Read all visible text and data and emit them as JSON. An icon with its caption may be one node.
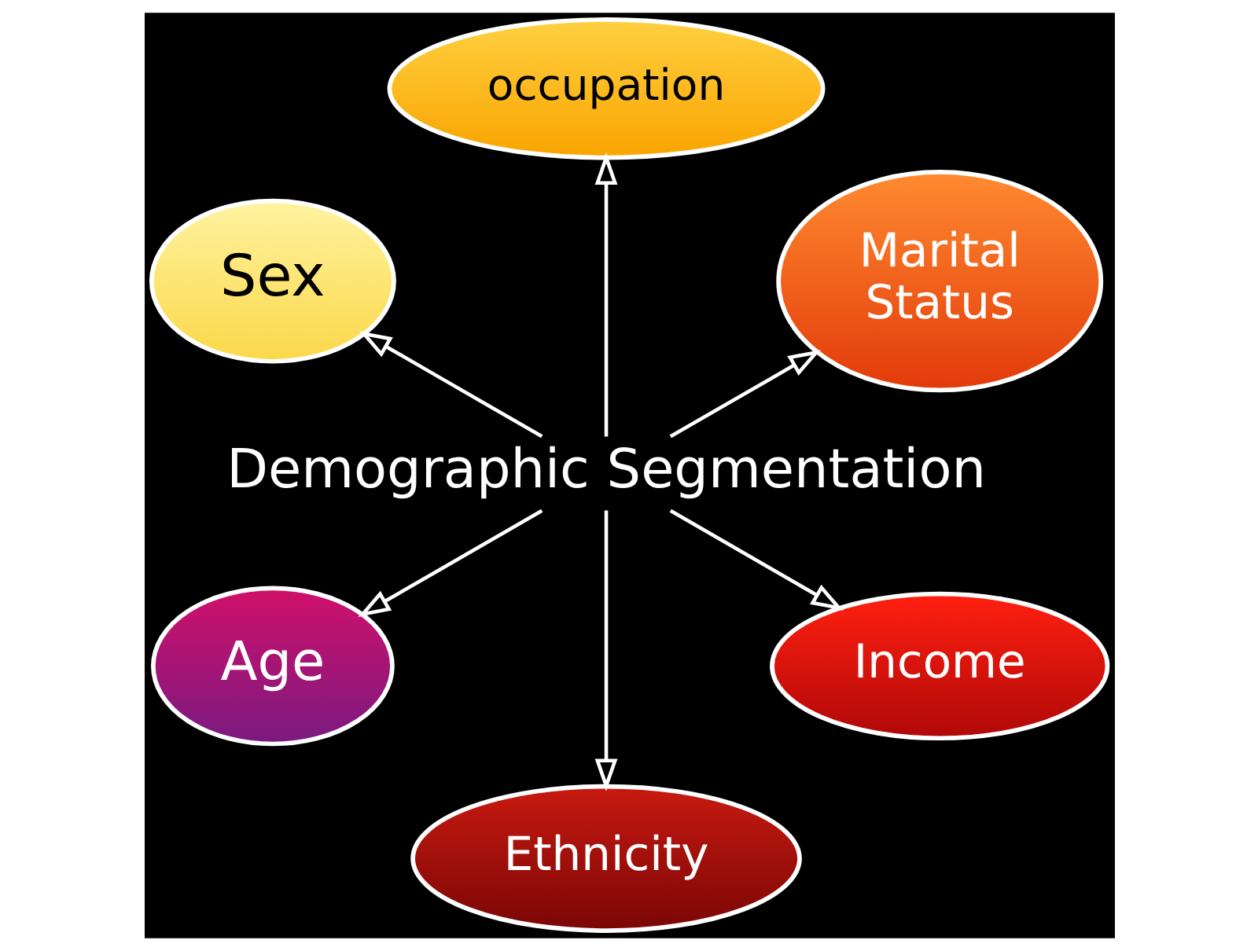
{
  "diagram": {
    "nodes": [
      {
        "text": [
          "Sex"
        ]
      },
      {
        "text": [
          "occupation"
        ]
      },
      {
        "text": [
          "Marital Status"
        ]
      },
      {
        "text": [
          "Demographic Segmentation"
        ]
      },
      {
        "text": [
          "Age"
        ]
      },
      {
        "text": [
          "Ethnicity"
        ]
      },
      {
        "text": [
          "Income"
        ]
      }
    ],
    "edges": [
      {
        "from": 3,
        "to": 0,
        "arrow": "to"
      },
      {
        "from": 3,
        "to": 1,
        "arrow": "to"
      },
      {
        "from": 3,
        "to": 2,
        "arrow": "to"
      },
      {
        "from": 3,
        "to": 4,
        "arrow": "to"
      },
      {
        "from": 3,
        "to": 5,
        "arrow": "to"
      },
      {
        "from": 3,
        "to": 6,
        "arrow": "to"
      }
    ]
  }
}
